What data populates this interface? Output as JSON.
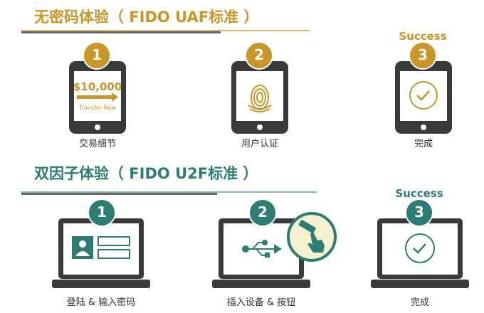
{
  "sections": [
    {
      "title": "无密码体验（ FIDO UAF标准 ）",
      "accent": "#c9962a",
      "steps": [
        {
          "number": "1",
          "label": "交易细节",
          "amount": "$10,000",
          "action": "Transfer Now",
          "icon": "transfer-icon"
        },
        {
          "number": "2",
          "label": "用户认证",
          "icon": "fingerprint-icon"
        },
        {
          "number": "3",
          "label": "完成",
          "status": "Success",
          "icon": "check-circle-icon"
        }
      ]
    },
    {
      "title": "双因子体验（ FIDO U2F标准 ）",
      "accent": "#2e7d74",
      "steps": [
        {
          "number": "1",
          "label": "登陆 & 输入密码",
          "icon": "login-form-icon"
        },
        {
          "number": "2",
          "label": "插入设备 & 按钮",
          "icon": "usb-icon"
        },
        {
          "number": "3",
          "label": "完成",
          "status": "Success",
          "icon": "check-circle-icon"
        }
      ]
    }
  ]
}
